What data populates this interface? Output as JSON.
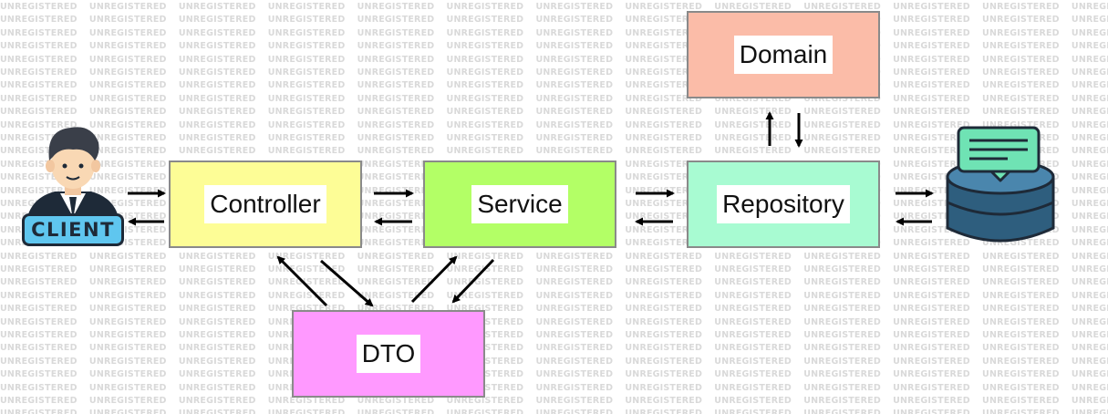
{
  "watermark": {
    "text": "UNREGISTERED"
  },
  "client": {
    "badge_label": "CLIENT",
    "icon": "client-person-icon"
  },
  "database": {
    "icon": "database-icon"
  },
  "boxes": {
    "domain": "Domain",
    "controller": "Controller",
    "service": "Service",
    "repository": "Repository",
    "dto": "DTO"
  },
  "colors": {
    "domain": "#fbbca8",
    "controller": "#fdfd96",
    "service": "#b3ff66",
    "repository": "#a8fbd2",
    "dto": "#ff99ff",
    "arrow": "#000000"
  }
}
